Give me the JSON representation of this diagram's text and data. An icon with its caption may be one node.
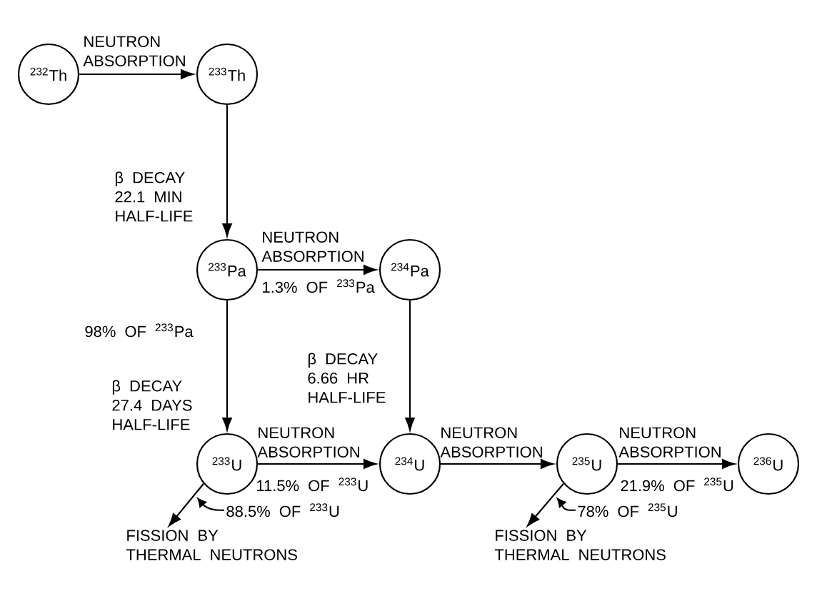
{
  "diagram": {
    "nodes": [
      {
        "text": [
          "$^{232}$Th"
        ]
      },
      {
        "text": [
          "$^{233}$Th"
        ]
      },
      {
        "text": [
          "$^{233}$Pa"
        ]
      },
      {
        "text": [
          "$^{234}$Pa"
        ]
      },
      {
        "text": [
          "$^{233}$U"
        ]
      },
      {
        "text": [
          "$^{234}$U"
        ]
      },
      {
        "text": [
          "$^{235}$U"
        ]
      },
      {
        "text": [
          "$^{236}$U"
        ]
      },
      {
        "text": [
          "88.5% OF $^{233}$U"
        ]
      },
      {
        "text": [
          "78% OF $^{235}$U"
        ]
      },
      {
        "text": [
          "FISSION BY THERMAL NEUTRONS"
        ]
      },
      {
        "text": [
          "FISSION BY THERMAL NEUTRONS"
        ]
      }
    ],
    "edges": [
      {
        "from": 0,
        "to": 1,
        "arrow": "to",
        "label": "NEUTRON ABSORPTION"
      },
      {
        "from": 1,
        "to": 2,
        "arrow": "to",
        "label": "β DECAY 22.1 MIN HALF-LIFE"
      },
      {
        "from": 2,
        "to": 3,
        "arrow": "to",
        "label": "NEUTRON ABSORPTION"
      },
      {
        "from": 2,
        "to": 4,
        "arrow": "to",
        "label": "β DECAY 27.4 DAYS HALF-LIFE"
      },
      {
        "from": 3,
        "to": 5,
        "arrow": "to",
        "label": "β DECAY 6.66 HR HALF-LIFE"
      },
      {
        "from": 4,
        "to": 5,
        "arrow": "to",
        "label": "NEUTRON ABSORPTION"
      },
      {
        "from": 5,
        "to": 6,
        "arrow": "to",
        "label": "NEUTRON ABSORPTION"
      },
      {
        "from": 6,
        "to": 7,
        "arrow": "to",
        "label": "NEUTRON ABSORPTION"
      },
      {
        "from": 4,
        "to": 10,
        "arrow": "to"
      },
      {
        "from": 6,
        "to": 11,
        "arrow": "to"
      },
      {
        "from": 8,
        "to": null,
        "arrow": "to"
      },
      {
        "from": 9,
        "to": null,
        "arrow": "to"
      }
    ],
    "labels": [
      "1.3% OF $^{233}$Pa",
      "98% OF $^{233}$Pa",
      "11.5% OF $^{233}$U",
      "21.9% OF $^{235}$U"
    ]
  }
}
